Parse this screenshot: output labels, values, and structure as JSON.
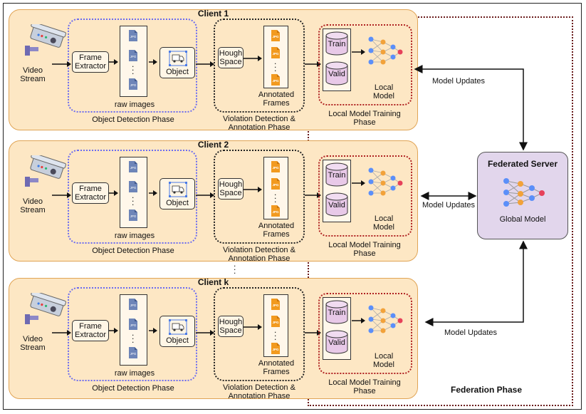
{
  "clients": [
    {
      "title": "Client 1"
    },
    {
      "title": "Client 2"
    },
    {
      "title": "Client k"
    }
  ],
  "labels": {
    "video_stream": "Video\nStream",
    "frame_extractor": "Frame\nExtractor",
    "raw_images": "raw images",
    "object": "Object",
    "object_detection_phase": "Object Detection Phase",
    "hough_space": "Hough\nSpace",
    "annotated_frames": "Annotated\nFrames",
    "violation_phase": "Violation Detection &\nAnnotation Phase",
    "train": "Train",
    "valid": "Valid",
    "local_model": "Local\nModel",
    "local_training_phase": "Local Model Training\nPhase",
    "jpg": "JPG"
  },
  "server": {
    "title": "Federated Server",
    "subtitle": "Global Model"
  },
  "model_updates": "Model Updates",
  "federation_phase": "Federation Phase",
  "colors": {
    "client_fill": "#fde7c4",
    "client_border": "#e0a455",
    "object_phase_border": "#6b6bf0",
    "violation_phase_border": "#222222",
    "training_phase_border": "#b02222",
    "server_fill": "#e2d6ec",
    "federation_border": "#6b1d1d",
    "jpg_icon": "#f29a1f",
    "nn_blue": "#5b8ff9",
    "nn_orange": "#f2a23a",
    "nn_red": "#e6415a"
  }
}
